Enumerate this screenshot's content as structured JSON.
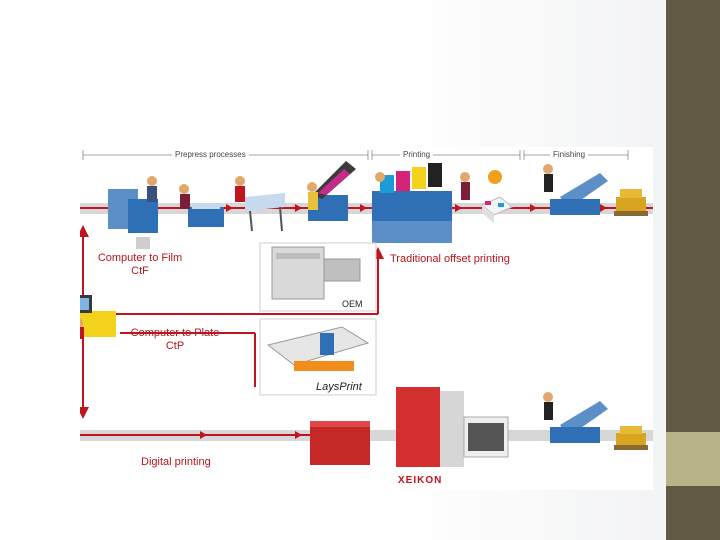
{
  "slide": {
    "side_bar_color": "#615a42",
    "side_accent_color": "#b8b48a"
  },
  "diagram": {
    "stage_headers": {
      "prepress": "Prepress processes",
      "printing": "Printing",
      "finishing": "Finishing"
    },
    "routes": {
      "ctf": {
        "line1": "Computer to Film",
        "line2": "CtF"
      },
      "ctp": {
        "line1": "Computer to Plate",
        "line2": "CtP"
      },
      "offset": "Traditional offset printing",
      "digital": "Digital printing"
    },
    "brands": {
      "oem": "OEM",
      "lays": "LaysPrint",
      "xeikon": "XEIKON"
    },
    "colors": {
      "flow_arrow": "#c0141e",
      "conveyor": "#d7d7d7",
      "machine_blue": "#2f6fb5",
      "press_red": "#c62828"
    },
    "icons": [
      "workstation-icon",
      "imagesetter-icon",
      "film-processor-icon",
      "light-table-icon",
      "platesetter-icon",
      "offset-press-icon",
      "paper-stack-icon",
      "folding-machine-icon",
      "pallet-icon",
      "oem-machine-icon",
      "ctp-machine-icon",
      "digital-press-icon"
    ]
  }
}
